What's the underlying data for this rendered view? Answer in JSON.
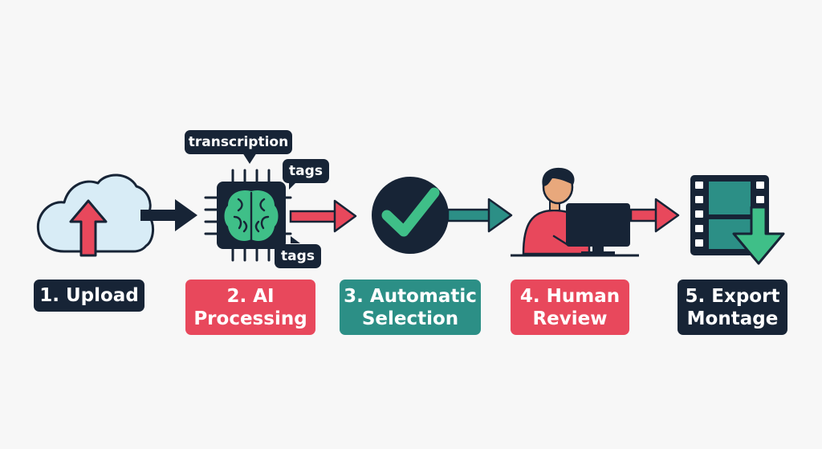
{
  "colors": {
    "navy": "#172436",
    "red": "#e8485c",
    "teal": "#2c8f86",
    "green": "#3fbf88",
    "cloud": "#d8ecf6",
    "background": "#f7f7f7"
  },
  "bubbles": {
    "top": "transcription",
    "right_upper": "tags",
    "right_lower": "tags"
  },
  "steps": [
    {
      "lines": [
        "1. Upload"
      ],
      "color": "navy",
      "icon": "cloud-upload-icon"
    },
    {
      "lines": [
        "2. AI",
        "Processing"
      ],
      "color": "red",
      "icon": "ai-brain-chip-icon"
    },
    {
      "lines": [
        "3. Automatic",
        "Selection"
      ],
      "color": "teal",
      "icon": "checkmark-circle-icon"
    },
    {
      "lines": [
        "4. Human",
        "Review"
      ],
      "color": "red",
      "icon": "person-at-computer-icon"
    },
    {
      "lines": [
        "5. Export",
        "Montage"
      ],
      "color": "navy",
      "icon": "film-download-icon"
    }
  ]
}
